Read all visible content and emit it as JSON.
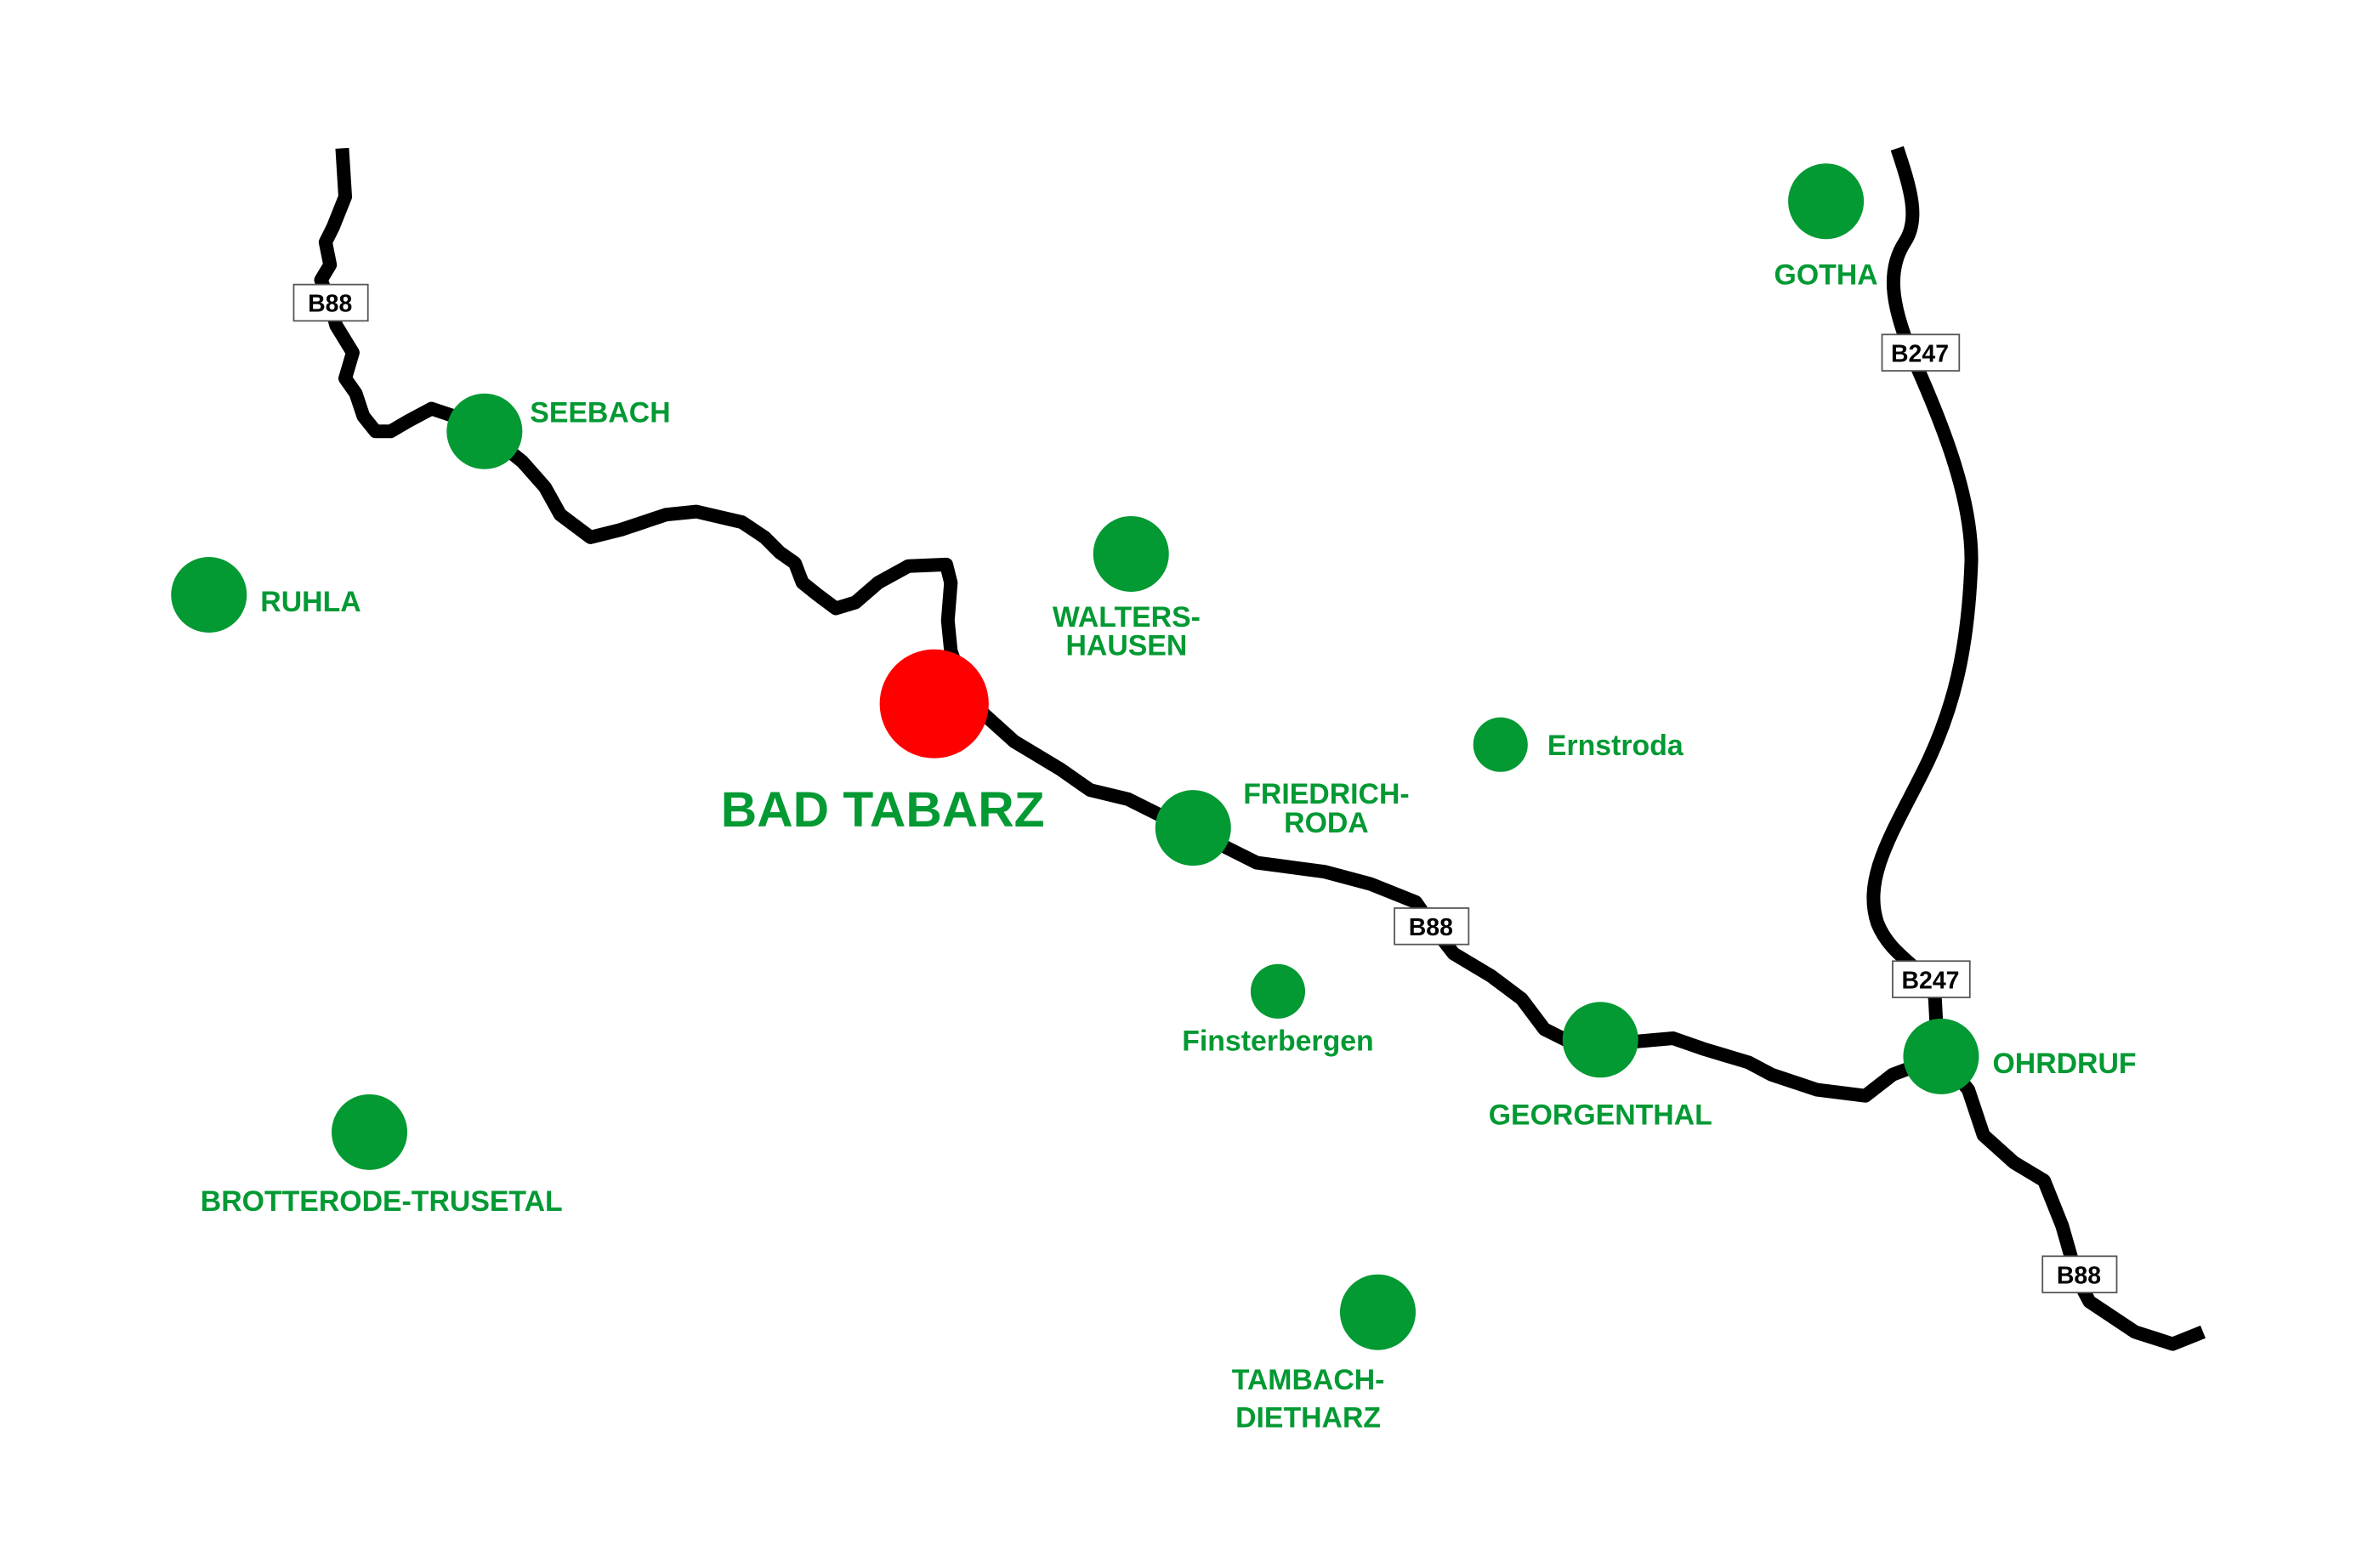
{
  "colors": {
    "town": "#039933",
    "highlight": "#ff0000",
    "road": "#000000"
  },
  "roads": [
    {
      "name": "B88",
      "shields": [
        "B88",
        "B88",
        "B88"
      ]
    },
    {
      "name": "B247",
      "shields": [
        "B247",
        "B247"
      ]
    }
  ],
  "places": {
    "highlight": "BAD TABARZ",
    "gotha": "GOTHA",
    "seebach": "SEEBACH",
    "ruhla": "RUHLA",
    "waltershausen": [
      "WALTERS-",
      "HAUSEN"
    ],
    "friedrichroda": [
      "FRIEDRICH-",
      "RODA"
    ],
    "ernstroda": "Ernstroda",
    "finsterbergen": "Finsterbergen",
    "georgenthal": "GEORGENTHAL",
    "ohrdruf": "OHRDRUF",
    "brotterode": "BROTTERODE-TRUSETAL",
    "tambach": [
      "TAMBACH-",
      "DIETHARZ"
    ]
  }
}
